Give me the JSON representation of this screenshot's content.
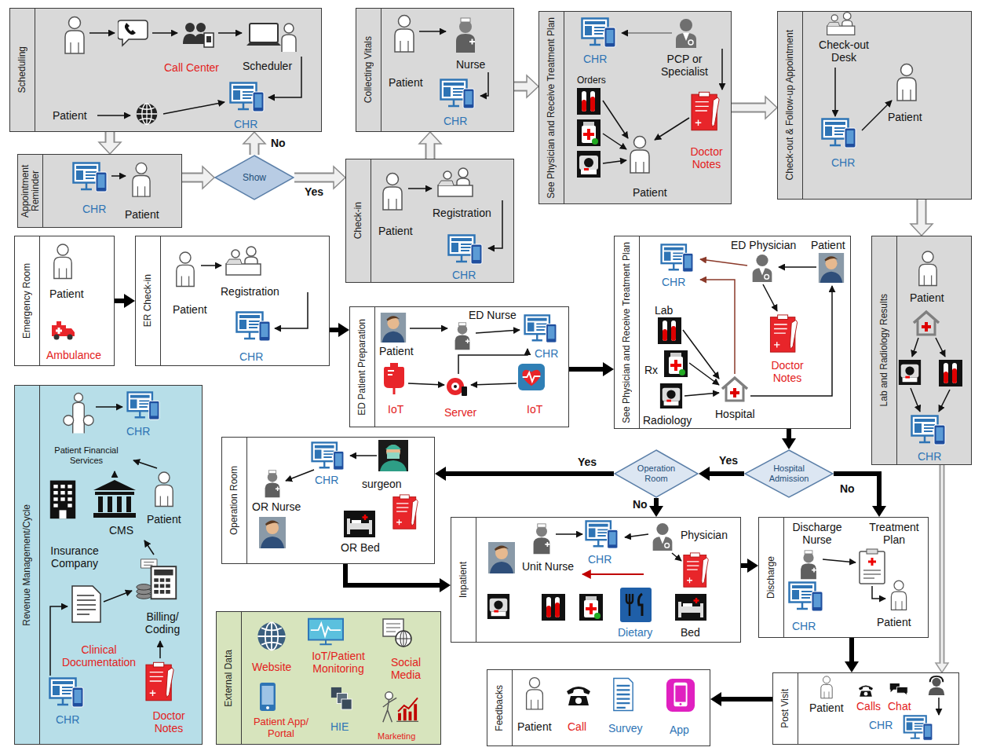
{
  "diagram": {
    "nodes": [
      {
        "text": [
          "Scheduling",
          "Patient",
          "Call Center",
          "Scheduler",
          "CHR"
        ]
      },
      {
        "text": [
          "Appointment Reminder",
          "CHR",
          "Patient"
        ]
      },
      {
        "text": [
          "Show"
        ]
      },
      {
        "text": [
          "Collecting Vitals",
          "Patient",
          "Nurse",
          "CHR"
        ]
      },
      {
        "text": [
          "Check-in",
          "Patient",
          "Registration",
          "CHR"
        ]
      },
      {
        "text": [
          "See Physician and Receive Treatment Plan",
          "CHR",
          "Orders",
          "PCP or Specialist",
          "Doctor Notes",
          "Patient"
        ]
      },
      {
        "text": [
          "Check-out & Follow-up Appointment",
          "Check-out Desk",
          "Patient",
          "CHR"
        ]
      },
      {
        "text": [
          "Emergency Room",
          "Patient",
          "Ambulance"
        ]
      },
      {
        "text": [
          "ER Check-in",
          "Patient",
          "Registration",
          "CHR"
        ]
      },
      {
        "text": [
          "ED Patient Preparation",
          "ED Nurse",
          "Patient",
          "CHR",
          "IoT",
          "Server",
          "IoT"
        ]
      },
      {
        "text": [
          "See Physician and Receive Treatment Plan",
          "ED Physician",
          "Patient",
          "CHR",
          "Lab",
          "Doctor Notes",
          "Rx",
          "Radiology",
          "Hospital"
        ]
      },
      {
        "text": [
          "Lab and Radiology Results",
          "Patient",
          "CHR"
        ]
      },
      {
        "text": [
          "Hospital Admission"
        ]
      },
      {
        "text": [
          "Operation Room"
        ]
      },
      {
        "text": [
          "Operation Room",
          "CHR",
          "surgeon",
          "OR Nurse",
          "OR Bed"
        ]
      },
      {
        "text": [
          "Inpatient",
          "Physician",
          "Unit Nurse",
          "CHR",
          "Dietary",
          "Bed"
        ]
      },
      {
        "text": [
          "Discharge",
          "Discharge Nurse",
          "Treatment Plan",
          "CHR",
          "Patient"
        ]
      },
      {
        "text": [
          "Revenue Management/Cycle",
          "CHR",
          "Patient Financial Services",
          "CMS",
          "Patient",
          "Insurance Company",
          "Billing/ Coding",
          "Clinical Documentation",
          "CHR",
          "Doctor Notes"
        ]
      },
      {
        "text": [
          "External Data",
          "Website",
          "IoT/Patient Monitoring",
          "Social Media",
          "Patient App/ Portal",
          "HIE",
          "Marketing"
        ]
      },
      {
        "text": [
          "Feedbacks",
          "Patient",
          "Call",
          "Survey",
          "App"
        ]
      },
      {
        "text": [
          "Post Visit",
          "Patient",
          "Calls",
          "Chat",
          "CHR"
        ]
      }
    ],
    "edges": [
      {
        "from": 0,
        "to": 1,
        "arrow": "to"
      },
      {
        "from": 1,
        "to": 2,
        "arrow": "to"
      },
      {
        "from": 2,
        "to": 0,
        "label": "No",
        "arrow": "to"
      },
      {
        "from": 2,
        "to": 4,
        "label": "Yes",
        "arrow": "to"
      },
      {
        "from": 4,
        "to": 3,
        "arrow": "to"
      },
      {
        "from": 3,
        "to": 5,
        "arrow": "to"
      },
      {
        "from": 5,
        "to": 6,
        "arrow": "to"
      },
      {
        "from": 6,
        "to": 11,
        "arrow": "to"
      },
      {
        "from": 7,
        "to": 8,
        "arrow": "to"
      },
      {
        "from": 8,
        "to": 9,
        "arrow": "to"
      },
      {
        "from": 9,
        "to": 10,
        "arrow": "to"
      },
      {
        "from": 10,
        "to": 12,
        "arrow": "to"
      },
      {
        "from": 12,
        "to": 13,
        "label": "Yes",
        "arrow": "to"
      },
      {
        "from": 12,
        "to": 16,
        "label": "No",
        "arrow": "to"
      },
      {
        "from": 13,
        "to": 14,
        "label": "Yes",
        "arrow": "to"
      },
      {
        "from": 13,
        "to": 15,
        "label": "No",
        "arrow": "to"
      },
      {
        "from": 14,
        "to": 15,
        "arrow": "to"
      },
      {
        "from": 15,
        "to": 16,
        "arrow": "to"
      },
      {
        "from": 16,
        "to": 20,
        "arrow": "to"
      },
      {
        "from": 11,
        "to": 20,
        "arrow": "to"
      },
      {
        "from": 20,
        "to": 19,
        "arrow": "to"
      }
    ]
  }
}
